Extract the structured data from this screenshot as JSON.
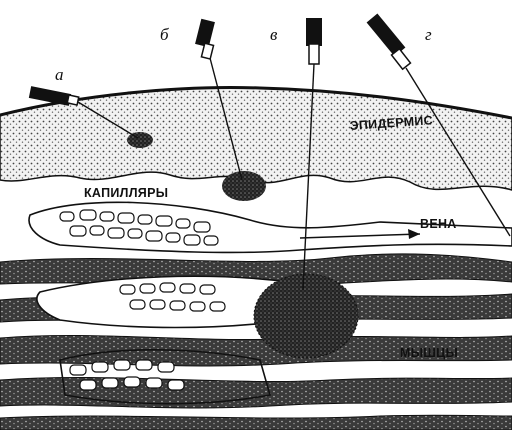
{
  "needle_labels": {
    "a": "а",
    "b": "б",
    "v": "в",
    "g": "г"
  },
  "tissue_labels": {
    "epidermis": "ЭПИДЕРМИС",
    "capillaries": "КАПИЛЛЯРЫ",
    "vein": "ВЕНА",
    "muscles": "МЫШЦЫ"
  },
  "colors": {
    "ink": "#111111",
    "background": "#ffffff",
    "shading": "#8a8a8a"
  }
}
